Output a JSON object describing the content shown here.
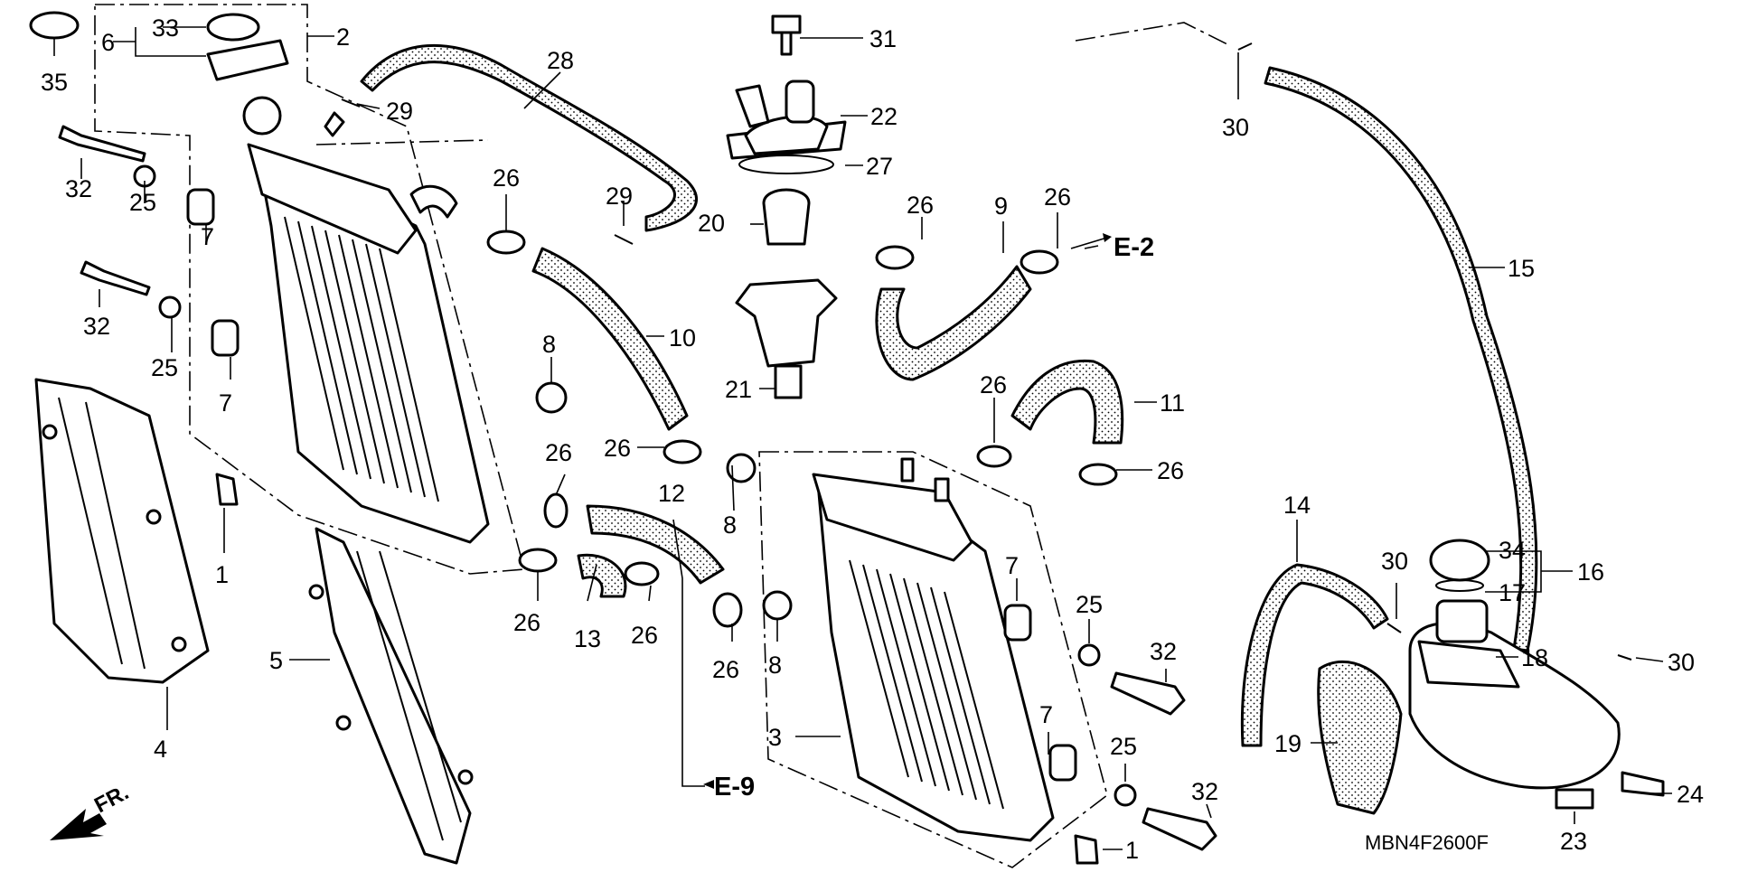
{
  "diagram_code": "MBN4F2600F",
  "direction_label": "FR.",
  "references": [
    {
      "id": "ref-e2",
      "label": "E-2"
    },
    {
      "id": "ref-e9",
      "label": "E-9"
    }
  ],
  "callouts": [
    "35",
    "33",
    "6",
    "2",
    "28",
    "29",
    "31",
    "22",
    "27",
    "30",
    "32",
    "25",
    "7",
    "26",
    "29",
    "20",
    "26",
    "9",
    "26",
    "15",
    "32",
    "25",
    "7",
    "8",
    "10",
    "21",
    "26",
    "11",
    "26",
    "26",
    "26",
    "12",
    "8",
    "1",
    "26",
    "13",
    "26",
    "26",
    "8",
    "7",
    "25",
    "32",
    "14",
    "30",
    "34",
    "16",
    "17",
    "18",
    "30",
    "5",
    "3",
    "4",
    "7",
    "25",
    "19",
    "24",
    "32",
    "1",
    "23"
  ]
}
